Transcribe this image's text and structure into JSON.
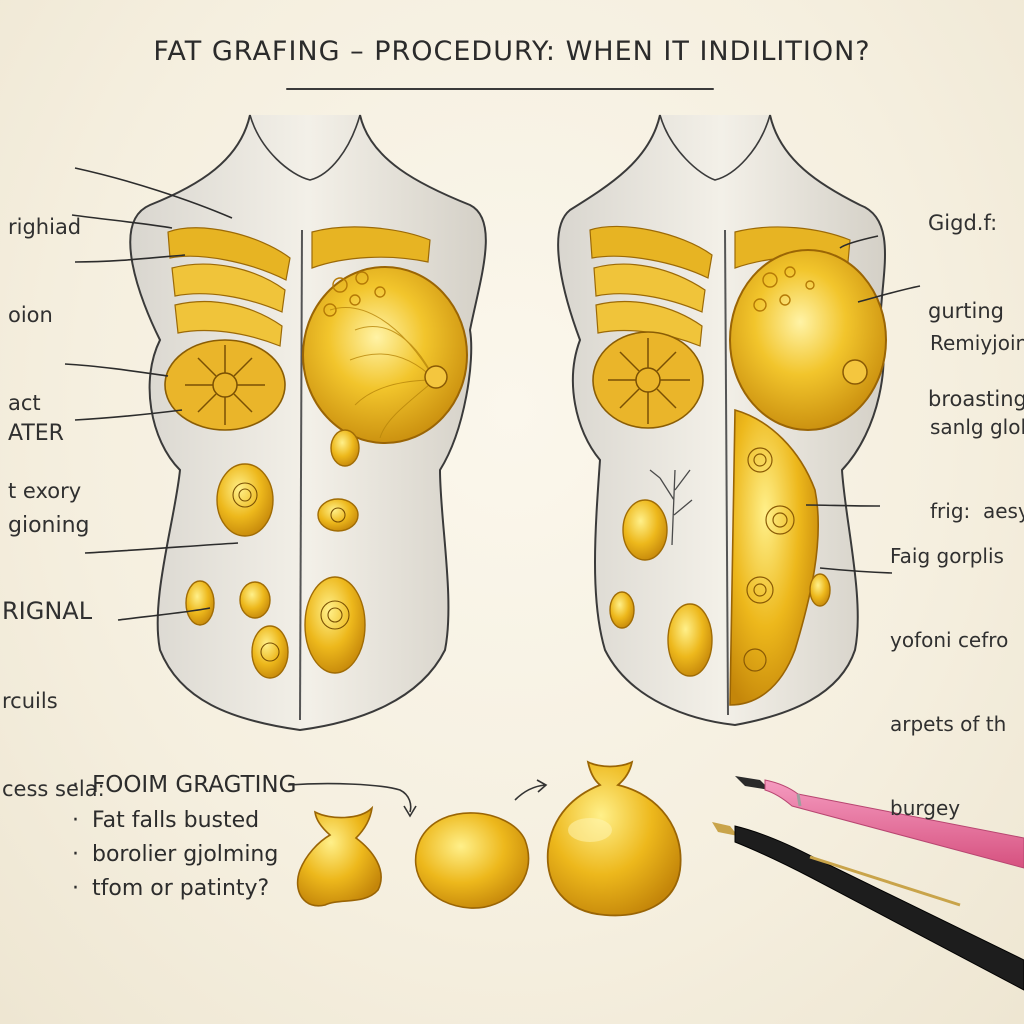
{
  "title": "FAT GRAFING – PROCEDURY:  WHEN IT INDILITION?",
  "left_labels": {
    "top": [
      "righiad",
      "oion",
      "act",
      "t exory"
    ],
    "middle": [
      "ATER",
      "gioning"
    ],
    "bottom": [
      "RIGNAL",
      "rcuils",
      "cess sela:"
    ]
  },
  "right_labels": {
    "top": [
      "Gigd.f:",
      "gurting",
      "broasting"
    ],
    "middle": [
      "Remiyjoining",
      "sanlg glol",
      "frig:  aesy"
    ],
    "bottom": [
      "Faig gorplis",
      "yofoni cefro",
      "arpets of th",
      "burgey"
    ]
  },
  "bottom_list": {
    "heading": "FOOIM GRAGTING",
    "items": [
      "Fat falls busted",
      "borolier gjolming",
      "tfom  or patinty?"
    ]
  },
  "colors": {
    "fat_gold": "#e8b21a",
    "fat_light": "#f7d548",
    "fat_dark": "#b77e08",
    "ink": "#333333",
    "pink_pen": "#e3679a",
    "black_pen": "#1d1d1d"
  },
  "icons": [
    "pink-pen-icon",
    "black-pen-icon",
    "arrow-icon"
  ]
}
